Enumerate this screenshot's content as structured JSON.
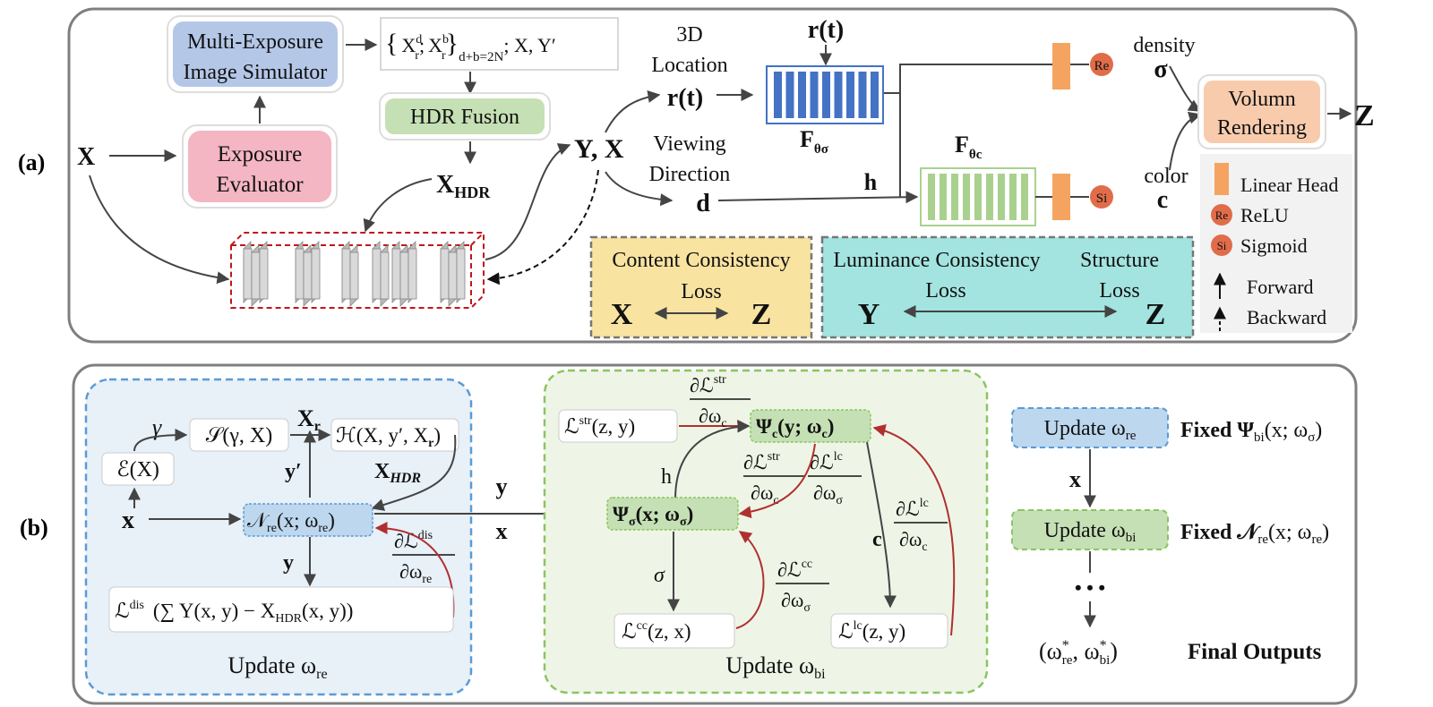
{
  "panel_a": {
    "label": "(a)",
    "multi_exposure": [
      "Multi-Exposure",
      "Image  Simulator"
    ],
    "exposure_evaluator": [
      "Exposure",
      "Evaluator"
    ],
    "input_x": "X",
    "set_expr": {
      "lbrace": "{",
      "Xr": "X",
      "r": "r",
      "d": "d",
      "b": "b",
      "sep": ";",
      "rbrace": "}",
      "sub": "d+b=2N",
      "tail": "; X, Y′"
    },
    "hdr_fusion": "HDR Fusion",
    "xhdr": {
      "X": "X",
      "sub": "HDR"
    },
    "yx": "Y, X",
    "location_label": [
      "3D",
      "Location"
    ],
    "rt_left": "r(t)",
    "rt_top": "r(t)",
    "viewing_label": [
      "Viewing",
      "Direction"
    ],
    "d": "d",
    "f_sigma": {
      "F": "F",
      "sub": "θσ"
    },
    "f_c": {
      "F": "F",
      "sub": "θc"
    },
    "h": "h",
    "re_badge": "Re",
    "si_badge": "Si",
    "density": "density",
    "sigma": "σ",
    "color_word": "color",
    "c": "c",
    "volume_rendering": [
      "Volumn",
      "Rendering"
    ],
    "z_out": "Z",
    "legend": {
      "linear_head": "Linear Head",
      "relu": "ReLU",
      "sigmoid": "Sigmoid",
      "forward": "Forward",
      "backward": "Backward",
      "re": "Re",
      "si": "Si"
    },
    "content_loss": {
      "title": "Content Consistency",
      "sub": "Loss",
      "left": "X",
      "right": "Z"
    },
    "lum_loss": {
      "title1": "Luminance Consistency",
      "title2": "Structure",
      "sub1": "Loss",
      "sub2": "Loss",
      "left": "Y",
      "right": "Z"
    }
  },
  "panel_b": {
    "label": "(b)",
    "gamma": "γ",
    "s_box": "𝒮(γ, X)",
    "xr": {
      "X": "X",
      "sub": "r"
    },
    "h_box": {
      "pre": "ℋ(X, y′, X",
      "sub": "r",
      "post": ")"
    },
    "e_box": "ℰ(X)",
    "yprime": "y′",
    "xhdr": {
      "X": "X",
      "sub": "HDR"
    },
    "x_left": "x",
    "n_box": {
      "pre": "𝒩",
      "sub": "re",
      "mid": "(x; ω",
      "sub2": "re",
      "post": ")"
    },
    "y_down": "y",
    "dis_frac": {
      "num": "∂ℒ",
      "sup": "dis",
      "den": "∂ω",
      "densub": "re"
    },
    "ldis_box": {
      "pre": "ℒ",
      "sup": "dis",
      "body": "(∑ Y(x, y) − X",
      "sub": "HDR",
      "post": "(x, y))"
    },
    "update_re": {
      "pre": "Update ω",
      "sub": "re"
    },
    "y_mid": "y",
    "x_mid": "x",
    "lstr_box": {
      "pre": "ℒ",
      "sup": "str",
      "post": "(z, y)"
    },
    "str_frac_top": {
      "num": "∂ℒ",
      "sup": "str",
      "den": "∂ω",
      "densub": "c"
    },
    "psi_c": {
      "pre": "Ψ",
      "sub": "c",
      "post": "(y; ω",
      "sub2": "c",
      "post2": ")"
    },
    "h_small": "h",
    "str_frac_mid": {
      "num": "∂ℒ",
      "sup": "str",
      "den": "∂ω",
      "densub": "c"
    },
    "lc_frac_mid": {
      "num": "∂ℒ",
      "sup": "lc",
      "den": "∂ω",
      "densub": "σ"
    },
    "psi_sigma": {
      "pre": "Ψ",
      "sub": "σ",
      "post": "(x; ω",
      "sub2": "σ",
      "post2": ")"
    },
    "c_small": "c",
    "lc_frac_right": {
      "num": "∂ℒ",
      "sup": "lc",
      "den": "∂ω",
      "densub": "c"
    },
    "sigma_small": "σ",
    "cc_frac": {
      "num": "∂ℒ",
      "sup": "cc",
      "den": "∂ω",
      "densub": "σ"
    },
    "lcc_box": {
      "pre": "ℒ",
      "sup": "cc",
      "post": "(z, x)"
    },
    "llc_box": {
      "pre": "ℒ",
      "sup": "lc",
      "post": "(z, y)"
    },
    "update_bi": {
      "pre": "Update ω",
      "sub": "bi"
    },
    "right": {
      "update_re": {
        "pre": "Update ω",
        "sub": "re"
      },
      "fixed_psi": {
        "pre": "Fixed Ψ",
        "sub": "bi",
        "mid": "(x; ω",
        "sub2": "σ",
        "post": ")"
      },
      "x": "x",
      "update_bi": {
        "pre": "Update ω",
        "sub": "bi"
      },
      "fixed_n": {
        "pre": "Fixed 𝒩",
        "sub": "re",
        "mid": "(x; ω",
        "sub2": "re",
        "post": ")"
      },
      "dots": "• • •",
      "final": {
        "pre": "(ω",
        "s1": "re",
        "mid": ", ω",
        "s2": "bi",
        "post": ")",
        "star": "*"
      },
      "final_label": "Final Outputs"
    }
  },
  "colors": {
    "frame": "#7f7f7f",
    "blue_box": "#b4c7e7",
    "pink_box": "#f4b6c2",
    "green_box": "#c5e0b4",
    "salmon_box": "#f8cbad",
    "orange_bar": "#f4a460",
    "badge": "#e06c4a",
    "f_sigma_bars": "#4472c4",
    "f_c_bars": "#a9d18e",
    "yellow_loss": "#f9e3a1",
    "cyan_loss": "#a3e4e0",
    "legend_bg": "#f2f2f2",
    "red_arrow": "#b03030",
    "panel_b_left": "#e8f0f8",
    "panel_b_mid": "#eef5e6",
    "node_blue": "#bdd7ee",
    "node_green": "#c5e0b4"
  }
}
